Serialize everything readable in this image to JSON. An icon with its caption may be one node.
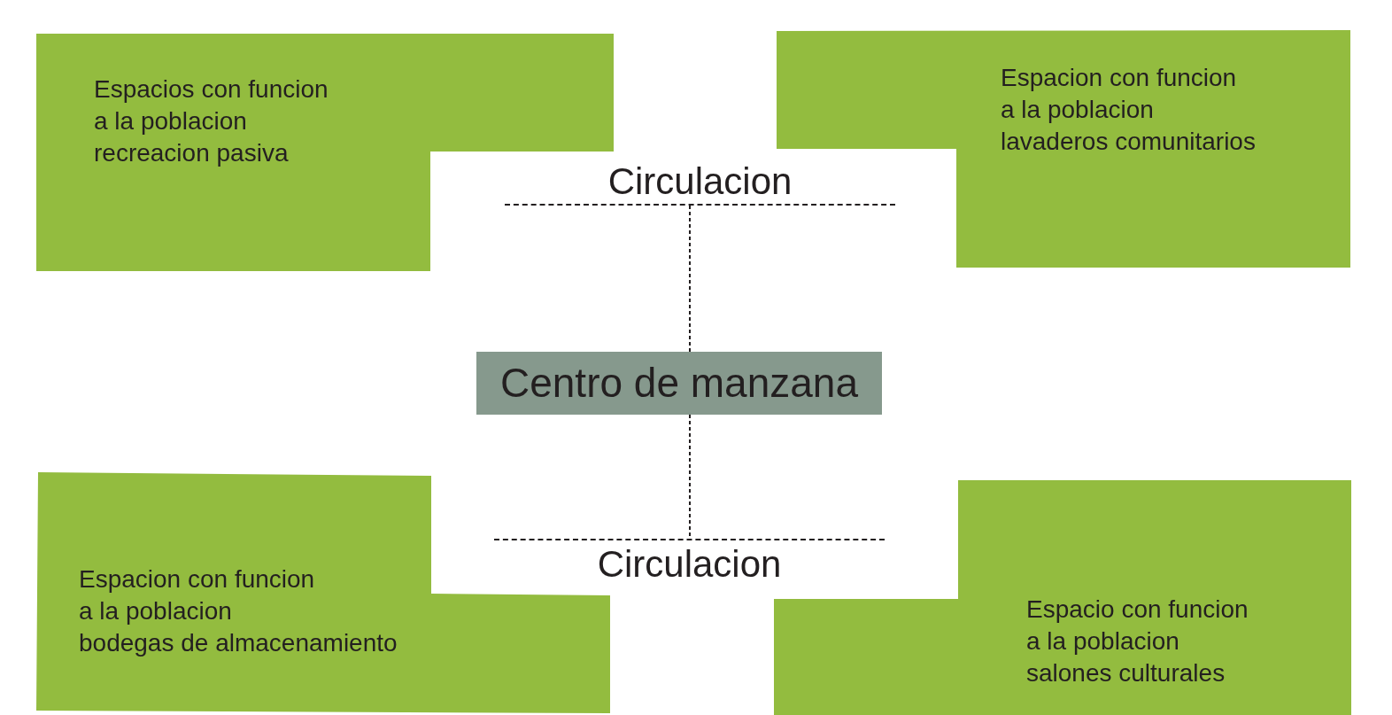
{
  "diagram": {
    "nodes": [
      {
        "text": [
          "Espacios con funcion a la poblacion recreacion pasiva"
        ]
      },
      {
        "text": [
          "Espacion con funcion a la poblacion lavaderos comunitarios"
        ]
      },
      {
        "text": [
          "Circulacion"
        ]
      },
      {
        "text": [
          "Centro de manzana"
        ]
      },
      {
        "text": [
          "Circulacion"
        ]
      },
      {
        "text": [
          "Espacion con funcion a la poblacion bodegas de almacenamiento"
        ]
      },
      {
        "text": [
          "Espacio con funcion a la poblacion salones culturales"
        ]
      }
    ],
    "edges": [
      {
        "from": 2,
        "to": 3,
        "arrow": "none",
        "style": "dashed"
      },
      {
        "from": 3,
        "to": 4,
        "arrow": "none",
        "style": "dashed"
      }
    ]
  }
}
